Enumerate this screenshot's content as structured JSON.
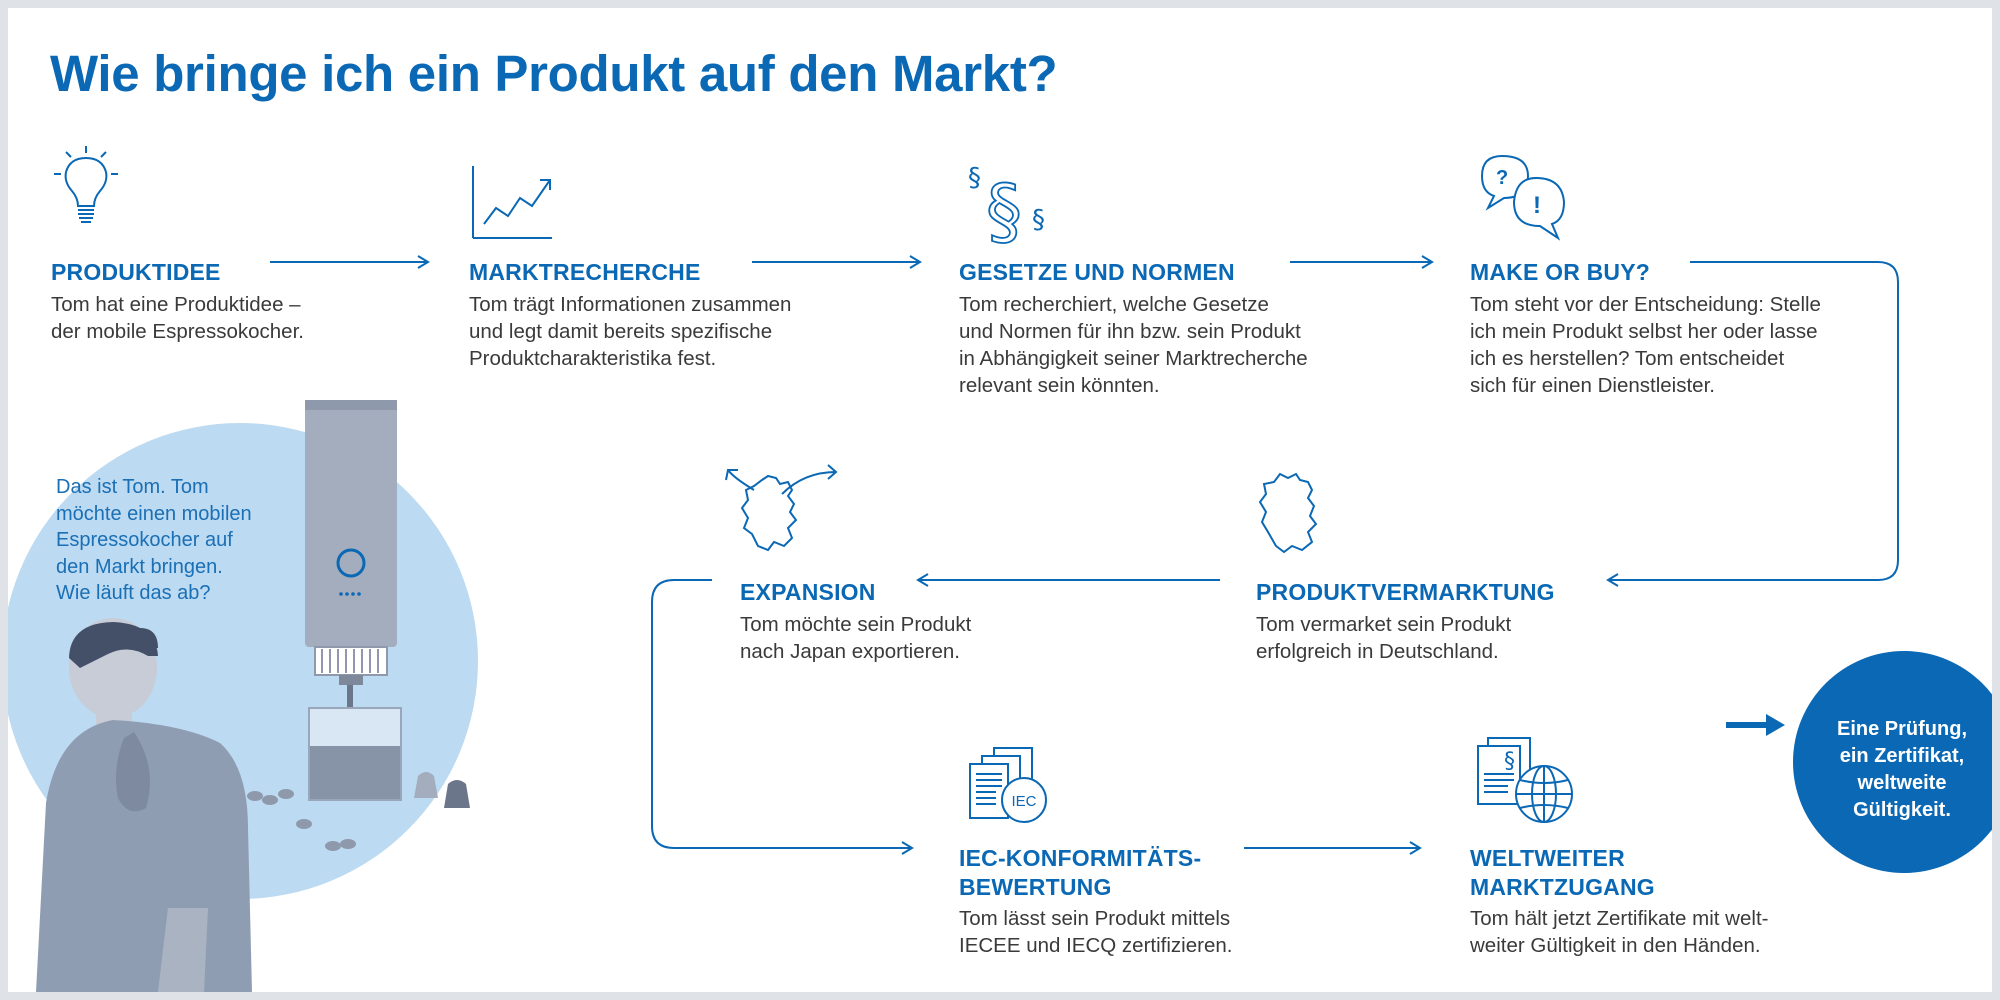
{
  "title": "Wie bringe ich ein Produkt auf den Markt?",
  "steps": [
    {
      "title": "PRODUKTIDEE",
      "text": [
        "Tom hat eine Produktidee –",
        "der mobile Espressokocher."
      ],
      "icon": "lightbulb-icon"
    },
    {
      "title": "MARKTRECHERCHE",
      "text": [
        "Tom trägt Informationen zusammen",
        "und legt damit bereits spezifische",
        "Produktcharakteristika fest."
      ],
      "icon": "rising-chart-icon"
    },
    {
      "title": "GESETZE UND NORMEN",
      "text": [
        "Tom recherchiert, welche Gesetze",
        "und Normen für ihn bzw. sein Produkt",
        "in Abhängigkeit seiner Marktrecherche",
        "relevant sein könnten."
      ],
      "icon": "paragraph-icon"
    },
    {
      "title": "MAKE OR BUY?",
      "text": [
        "Tom steht vor der Entscheidung: Stelle",
        "ich mein Produkt selbst her oder lasse",
        "ich es herstellen? Tom entscheidet",
        "sich für einen Dienstleister."
      ],
      "icon": "speech-bubbles-icon"
    },
    {
      "title": "PRODUKTVERMARKTUNG",
      "text": [
        "Tom vermarket sein Produkt",
        "erfolgreich in Deutschland."
      ],
      "icon": "germany-map-icon"
    },
    {
      "title": "EXPANSION",
      "text": [
        "Tom möchte sein Produkt",
        "nach Japan exportieren."
      ],
      "icon": "expansion-map-icon"
    },
    {
      "title": [
        "IEC-KONFORMITÄTS-",
        "BEWERTUNG"
      ],
      "text": [
        "Tom lässt sein Produkt mittels",
        "IECEE und IECQ zertifizieren."
      ],
      "icon": "iec-documents-icon",
      "icon_label": "IEC"
    },
    {
      "title": [
        "WELTWEITER",
        "MARKTZUGANG"
      ],
      "text": [
        "Tom hält jetzt Zertifikate mit welt-",
        "weiter Gültigkeit in den Händen."
      ],
      "icon": "globe-documents-icon"
    }
  ],
  "intro": [
    "Das ist Tom. Tom",
    "möchte einen mobilen",
    "Espressokocher auf",
    "den Markt bringen.",
    "Wie läuft das ab?"
  ],
  "final": [
    "Eine Prüfung,",
    "ein Zertifikat,",
    "weltweite",
    "Gültigkeit."
  ],
  "colors": {
    "brand_blue": "#0a68b4",
    "light_blue": "#bcdaf1",
    "figure_gray": "#8f9db3",
    "text_gray": "#3a3a3a"
  }
}
